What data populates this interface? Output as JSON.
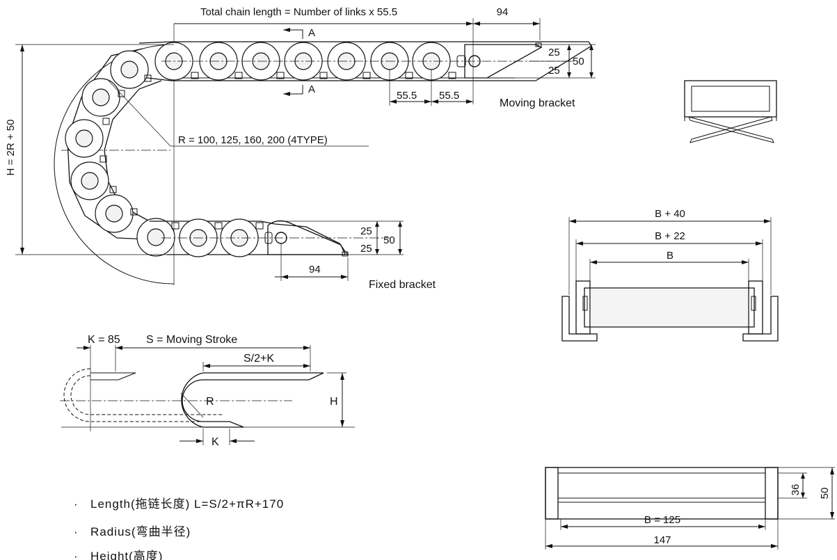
{
  "chain_drawing": {
    "total_length_label": "Total chain length = Number of links x 55.5",
    "moving_bracket_94": "94",
    "section_a_top": "A",
    "section_a_bottom": "A",
    "pitch_1": "55.5",
    "pitch_2": "55.5",
    "moving_25_top": "25",
    "moving_25_bottom": "25",
    "moving_50": "50",
    "moving_bracket_label": "Moving bracket",
    "height_label": "H = 2R + 50",
    "radius_label": "R = 100, 125, 160, 200 (4TYPE)",
    "fixed_25_top": "25",
    "fixed_25_bottom": "25",
    "fixed_50": "50",
    "fixed_bracket_94": "94",
    "fixed_bracket_label": "Fixed bracket"
  },
  "stroke_diagram": {
    "k_label": "K = 85",
    "s_label": "S = Moving Stroke",
    "s2k_label": "S/2+K",
    "r_label": "R",
    "h_label": "H",
    "k_bottom_label": "K"
  },
  "specs": [
    {
      "bullet": "·",
      "text": "Length(拖链长度) L=S/2+πR+170"
    },
    {
      "bullet": "·",
      "text": "Radius(弯曲半径)"
    },
    {
      "bullet": "·",
      "text": "Height(高度)"
    }
  ],
  "cross_section": {
    "b40": "B + 40",
    "b22": "B + 22",
    "b": "B"
  },
  "top_view": {
    "b125": "B = 125",
    "w147": "147",
    "h36": "36",
    "h50": "50"
  }
}
